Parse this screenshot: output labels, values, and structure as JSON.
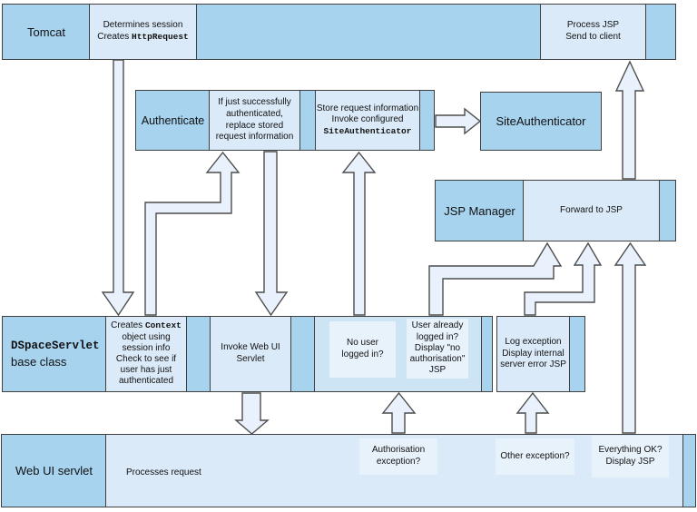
{
  "colors": {
    "dark_blue": "#a7d3ef",
    "light_blue": "#dbeaf8",
    "group_blue": "#cde4f5",
    "panel_blue": "#e8f2fb",
    "arrow_fill": "#e9f2fc",
    "border": "#404040"
  },
  "tomcat_row": {
    "label": "Tomcat",
    "determines_line1": "Determines session",
    "determines_line2_prefix": "Creates ",
    "determines_line2_code": "HttpRequest",
    "process_line1": "Process JSP",
    "process_line2": "Send to client"
  },
  "authenticate_row": {
    "label": "Authenticate",
    "if_just_lines": [
      "If just successfully",
      "authenticated,",
      "replace stored",
      "request information"
    ],
    "store_line1": "Store request information",
    "store_line2": "Invoke configured",
    "store_line3_code": "SiteAuthenticator"
  },
  "site_authenticator_label": "SiteAuthenticator",
  "jsp_manager_row": {
    "label": "JSP Manager",
    "forward_label": "Forward to JSP"
  },
  "dspace_row": {
    "label_code": "DSpaceServlet",
    "label_text": "base class",
    "creates_line1_prefix": "Creates ",
    "creates_line1_code": "Context",
    "creates_lines": [
      "object using",
      "session info",
      "Check to see if",
      "user has just",
      "authenticated"
    ],
    "invoke_lines": [
      "Invoke Web UI",
      "Servlet"
    ],
    "no_user_lines": [
      "No user",
      "logged in?"
    ],
    "user_already_lines": [
      "User already",
      "logged in?",
      "Display \"no",
      "authorisation\"",
      "JSP"
    ],
    "log_exception_lines": [
      "Log exception",
      "Display internal",
      "server error JSP"
    ]
  },
  "webui_row": {
    "label": "Web UI servlet",
    "processes_label": "Processes request",
    "auth_exception_lines": [
      "Authorisation",
      "exception?"
    ],
    "other_exception_label": "Other exception?",
    "everything_ok_lines": [
      "Everything OK?",
      "Display JSP"
    ]
  },
  "arrows": [
    {
      "from": "determines-session-creates-httprequest",
      "to": "dspace-creates-context",
      "direction": "down"
    },
    {
      "from": "dspace-creates-context",
      "to": "authenticate-if-just-authenticated",
      "direction": "up"
    },
    {
      "from": "authenticate-if-just-authenticated",
      "to": "invoke-web-ui-servlet",
      "direction": "down"
    },
    {
      "from": "no-user-logged-in",
      "to": "store-request-information",
      "direction": "up"
    },
    {
      "from": "store-request-information",
      "to": "site-authenticator",
      "direction": "right"
    },
    {
      "from": "user-already-logged-in",
      "to": "jsp-manager-forward-to-jsp",
      "direction": "up"
    },
    {
      "from": "log-exception",
      "to": "jsp-manager-forward-to-jsp",
      "direction": "up"
    },
    {
      "from": "everything-ok-display-jsp",
      "to": "jsp-manager-forward-to-jsp",
      "direction": "up"
    },
    {
      "from": "jsp-manager-forward-to-jsp",
      "to": "process-jsp-send-to-client",
      "direction": "up"
    },
    {
      "from": "invoke-web-ui-servlet",
      "to": "web-ui-servlet-processes-request",
      "direction": "down"
    },
    {
      "from": "authorisation-exception",
      "to": "no-user-logged-in-box",
      "direction": "up"
    },
    {
      "from": "other-exception",
      "to": "log-exception",
      "direction": "up"
    }
  ]
}
